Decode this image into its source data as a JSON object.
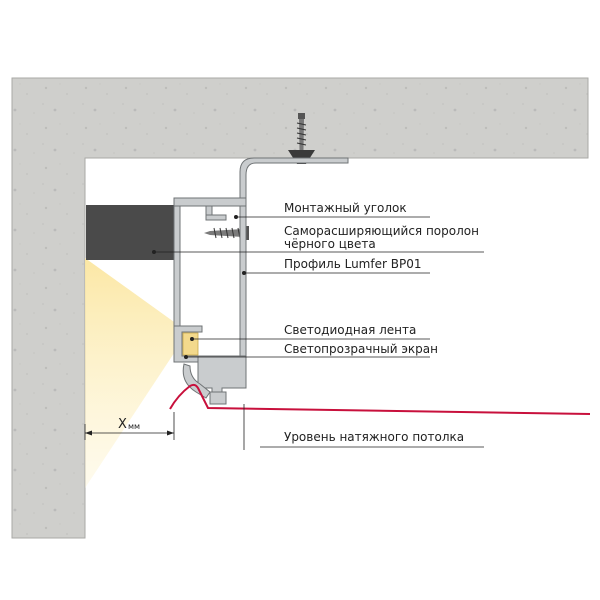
{
  "labels": {
    "mounting_bracket": "Монтажный уголок",
    "foam_line1": "Саморасширяющийся поролон",
    "foam_line2": "чёрного цвета",
    "profile": "Профиль Lumfer BP01",
    "led_strip": "Светодиодная лента",
    "diffuser": "Светопрозрачный экран",
    "ceiling_level": "Уровень натяжного потолка"
  },
  "dimension": {
    "symbol": "X",
    "unit": "мм"
  },
  "colors": {
    "concrete": "#cfcfcc",
    "concrete_edge": "#a9a9a6",
    "foam": "#4a4a4a",
    "aluminum": "#c9ccce",
    "aluminum_edge": "#6f7375",
    "led": "#f3d98c",
    "light": "#fbe9a6",
    "membrane": "#c8103c"
  }
}
